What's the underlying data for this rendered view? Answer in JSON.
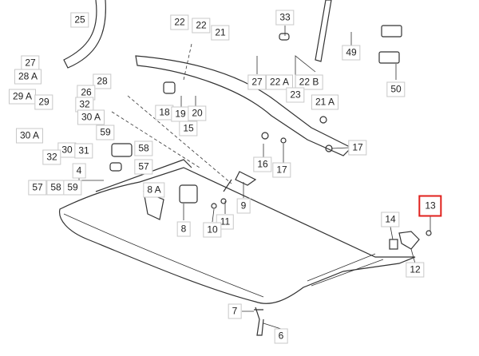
{
  "diagram": {
    "highlight_color": "#e0201c",
    "labels": [
      "25",
      "22",
      "22",
      "21",
      "33",
      "49",
      "50",
      "27",
      "28 A",
      "28",
      "26",
      "32",
      "30 A",
      "29 A",
      "29",
      "30 A",
      "59",
      "58",
      "57",
      "30",
      "31",
      "32",
      "27",
      "22 A",
      "22 B",
      "23",
      "21 A",
      "18",
      "19",
      "20",
      "15",
      "16",
      "17",
      "17",
      "4",
      "57",
      "58",
      "59",
      "8 A",
      "9",
      "11",
      "10",
      "8",
      "14",
      "13",
      "12",
      "7",
      "6"
    ],
    "highlighted_part": "13"
  }
}
